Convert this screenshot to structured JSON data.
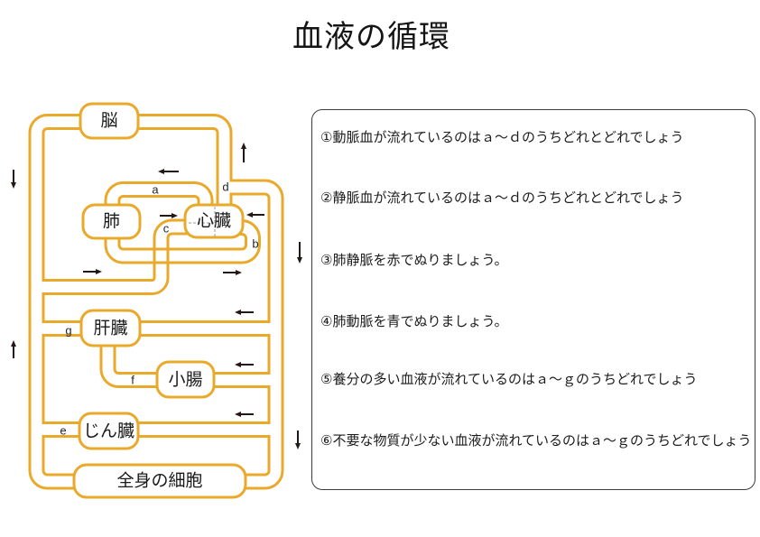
{
  "title": "血液の循環",
  "diagram": {
    "pipe_color": "#E9A92B",
    "pipe_interior_color": "#FFFFFF",
    "arrow_color": "#231815",
    "organs": {
      "brain": "脳",
      "lung": "肺",
      "heart": "心臓",
      "liver": "肝臓",
      "small_intestine": "小腸",
      "kidney": "じん臓",
      "body_cells": "全身の細胞"
    },
    "vessel_labels": {
      "a": "a",
      "b": "b",
      "c": "c",
      "d": "d",
      "e": "e",
      "f": "f",
      "g": "g"
    },
    "flow_arrows": [
      "down",
      "up",
      "left",
      "right",
      "left",
      "right",
      "right",
      "down",
      "left",
      "up",
      "left",
      "left",
      "down"
    ]
  },
  "questions": [
    "①動脈血が流れているのはａ～ｄのうちどれとどれでしょう",
    "②静脈血が流れているのはａ～ｄのうちどれとどれでしょう",
    "③肺静脈を赤でぬりましょう。",
    "④肺動脈を青でぬりましょう。",
    "⑤養分の多い血液が流れているのはａ～ｇのうちどれでしょう",
    "⑥不要な物質が少ない血液が流れているのはａ～ｇのうちどれでしょう"
  ]
}
